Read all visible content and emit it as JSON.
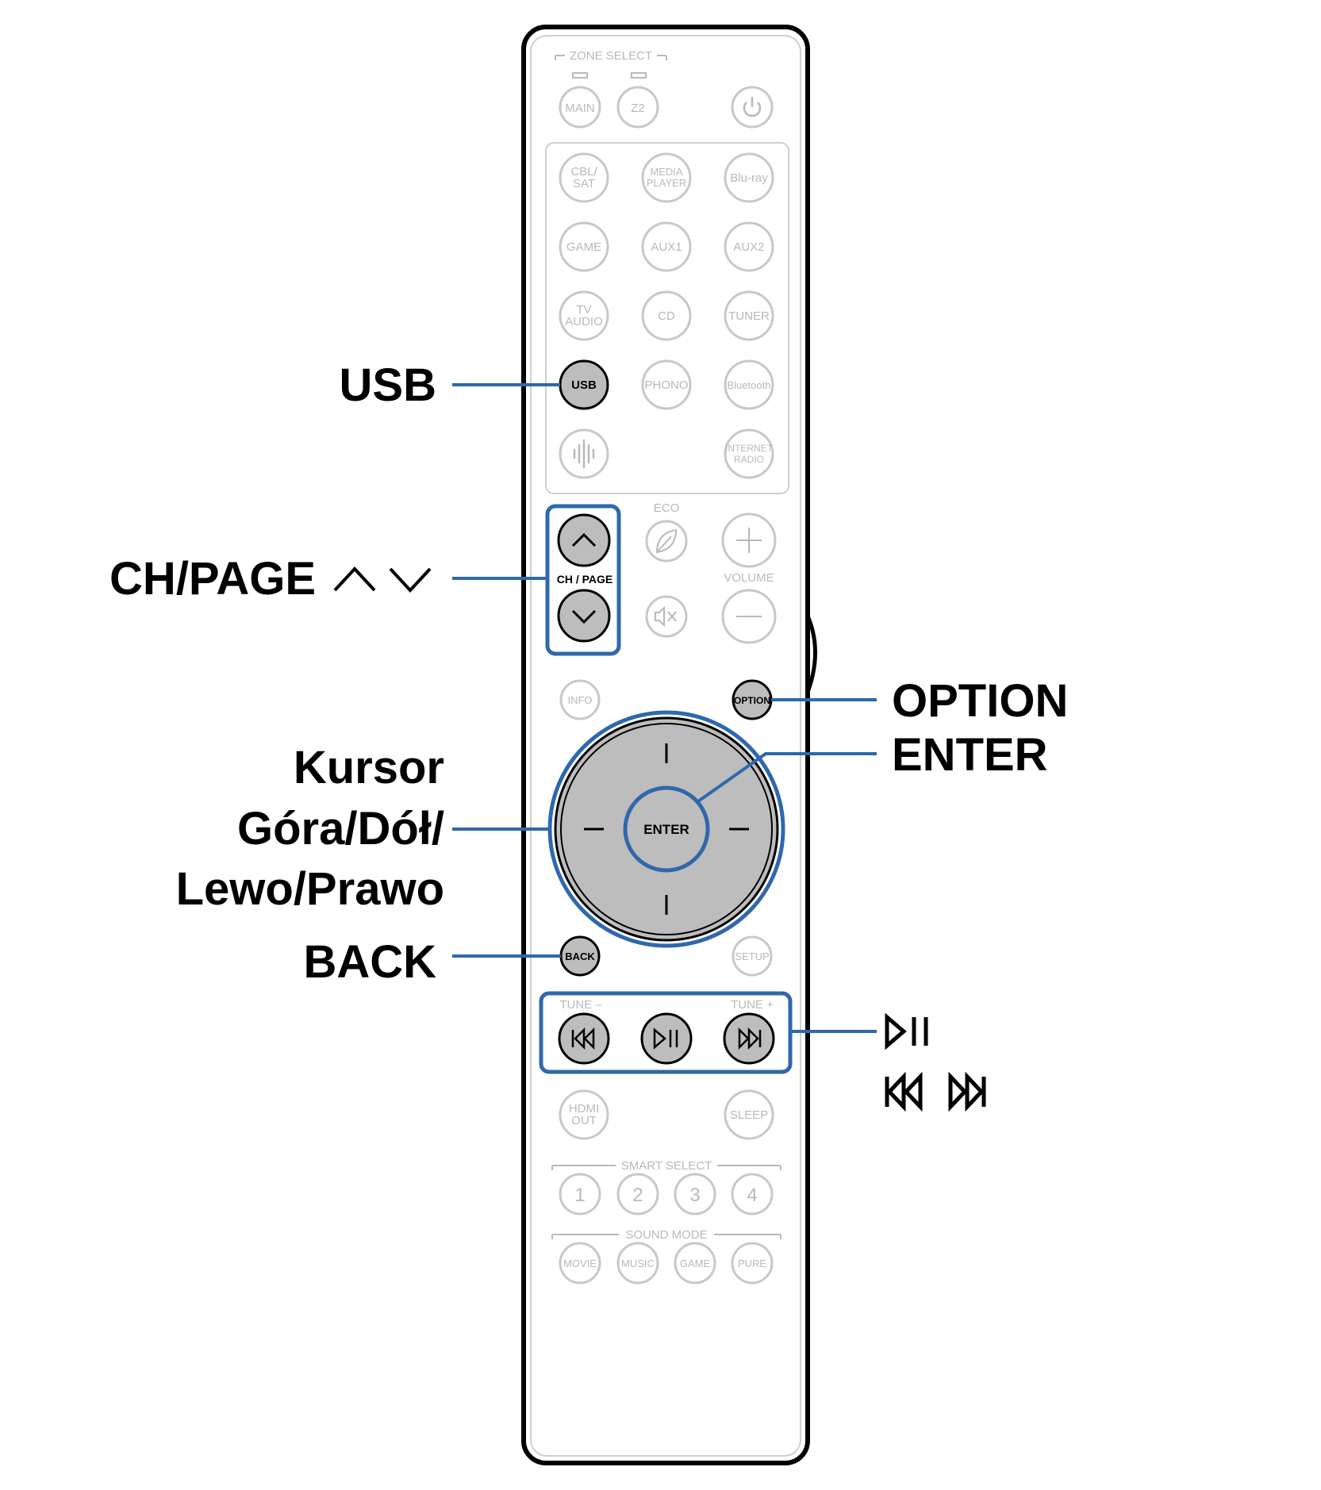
{
  "remote": {
    "zone_select": "ZONE SELECT",
    "zone_main": "MAIN",
    "zone_z2": "Z2",
    "sources": {
      "cbl_sat": [
        "CBL/",
        "SAT"
      ],
      "media_player": [
        "MEDIA",
        "PLAYER"
      ],
      "bluray": "Blu-ray",
      "game": "GAME",
      "aux1": "AUX1",
      "aux2": "AUX2",
      "tv_audio": [
        "TV",
        "AUDIO"
      ],
      "cd": "CD",
      "tuner": "TUNER",
      "usb": "USB",
      "phono": "PHONO",
      "bluetooth": "Bluetooth",
      "internet_radio": [
        "INTERNET",
        "RADIO"
      ]
    },
    "eco": "ECO",
    "ch_page": "CH / PAGE",
    "volume": "VOLUME",
    "info": "INFO",
    "option": "OPTION",
    "enter": "ENTER",
    "back": "BACK",
    "setup": "SETUP",
    "tune_minus": "TUNE –",
    "tune_plus": "TUNE +",
    "hdmi_out": [
      "HDMI",
      "OUT"
    ],
    "sleep": "SLEEP",
    "smart_select": "SMART SELECT",
    "smart_numbers": [
      "1",
      "2",
      "3",
      "4"
    ],
    "sound_mode": "SOUND MODE",
    "sound_modes": [
      "MOVIE",
      "MUSIC",
      "GAME",
      "PURE"
    ]
  },
  "callouts": {
    "usb": "USB",
    "ch_page": "CH/PAGE",
    "option": "OPTION",
    "enter": "ENTER",
    "cursor": [
      "Kursor",
      "Góra/Dół/",
      "Lewo/Prawo"
    ],
    "back": "BACK"
  },
  "colors": {
    "highlight": "#2f68ad",
    "button_outline": "#c8c8c8",
    "active_fill": "#bdbdbd",
    "remote_outline": "#000000"
  }
}
